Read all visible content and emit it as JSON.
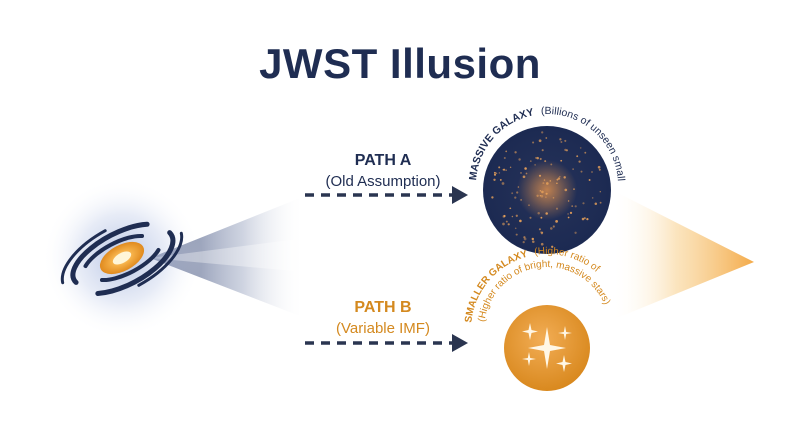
{
  "title": "JWST Illusion",
  "path_a": {
    "name": "PATH A",
    "subtitle": "(Old Assumption)",
    "galaxy_name": "MASSIVE GALAXY",
    "galaxy_desc": "(Billions of unseen small stars)"
  },
  "path_b": {
    "name": "PATH B",
    "subtitle": "(Variable IMF)",
    "galaxy_name": "SMALLER GALAXY",
    "galaxy_desc_1": "(Higher ratio of",
    "galaxy_desc_2": "(Higher ratio of bright, massive stars)"
  },
  "colors": {
    "navy": "#1f2d52",
    "gold": "#d4891f",
    "light_gold": "#f3b458",
    "arrow_gray": "#2a3550"
  }
}
